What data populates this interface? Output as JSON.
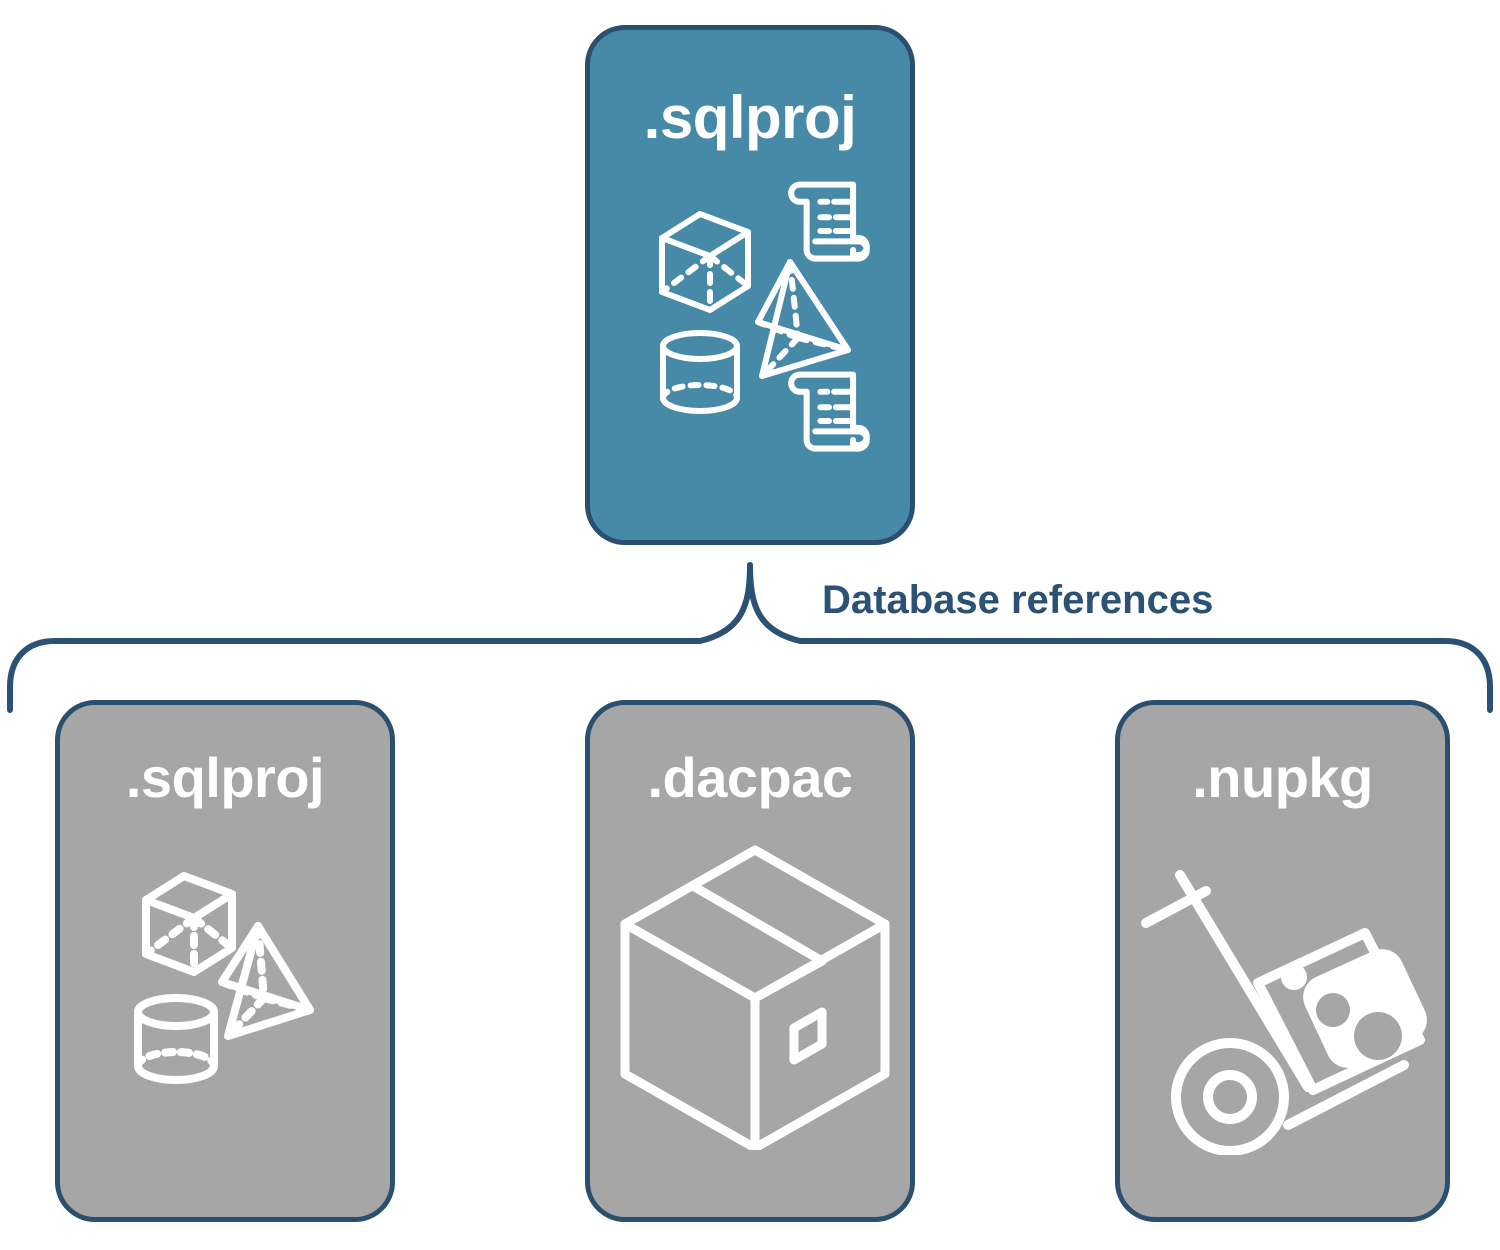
{
  "diagram": {
    "title": "Database references diagram",
    "colors": {
      "teal_fill": "#468aa8",
      "gray_fill": "#a6a6a6",
      "border": "#2b4f6e",
      "label_text": "#2b5175",
      "icon_stroke": "#ffffff",
      "background": "#ffffff"
    },
    "root": {
      "label": ".sqlproj",
      "icons": [
        "cube-icon",
        "pyramid-icon",
        "cylinder-icon",
        "script-scroll-icon",
        "script-scroll-icon"
      ]
    },
    "connector": {
      "type": "curly-brace",
      "label": "Database references"
    },
    "children": [
      {
        "label": ".sqlproj",
        "icons": [
          "cube-icon",
          "pyramid-icon",
          "cylinder-icon"
        ]
      },
      {
        "label": ".dacpac",
        "icons": [
          "package-box-icon"
        ]
      },
      {
        "label": ".nupkg",
        "icons": [
          "hand-truck-icon",
          "nuget-package-icon"
        ]
      }
    ]
  }
}
